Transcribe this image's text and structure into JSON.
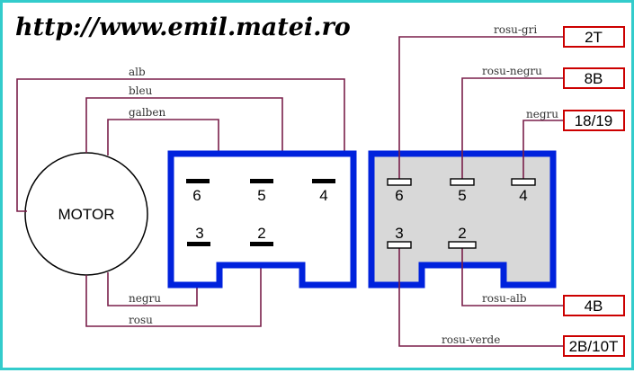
{
  "title": "http://www.emil.matei.ro",
  "motor": {
    "label": "MOTOR"
  },
  "colors": {
    "frame": "#33cccc",
    "connector_outline": "#0022dd",
    "socket_fill": "#d8d8d8",
    "wire": "#7a1f4a",
    "terminal_box": "#cc0000"
  },
  "plug_connector": {
    "pins": [
      {
        "id": "6",
        "label": "6"
      },
      {
        "id": "5",
        "label": "5"
      },
      {
        "id": "4",
        "label": "4"
      },
      {
        "id": "3",
        "label": "3"
      },
      {
        "id": "2",
        "label": "2"
      }
    ]
  },
  "socket_connector": {
    "pins": [
      {
        "id": "6",
        "label": "6"
      },
      {
        "id": "5",
        "label": "5"
      },
      {
        "id": "4",
        "label": "4"
      },
      {
        "id": "3",
        "label": "3"
      },
      {
        "id": "2",
        "label": "2"
      }
    ]
  },
  "motor_wires": [
    {
      "label": "alb",
      "pin": "4"
    },
    {
      "label": "bleu",
      "pin": "5"
    },
    {
      "label": "galben",
      "pin": "6"
    },
    {
      "label": "negru",
      "pin": "3"
    },
    {
      "label": "rosu",
      "pin": "2"
    }
  ],
  "terminal_wires": [
    {
      "label": "rosu-gri",
      "terminal": "2T",
      "pin": "6"
    },
    {
      "label": "rosu-negru",
      "terminal": "8B",
      "pin": "5"
    },
    {
      "label": "negru",
      "terminal": "18/19",
      "pin": "4"
    },
    {
      "label": "rosu-alb",
      "terminal": "4B",
      "pin": "2"
    },
    {
      "label": "rosu-verde",
      "terminal": "2B/10T",
      "pin": "3"
    }
  ]
}
